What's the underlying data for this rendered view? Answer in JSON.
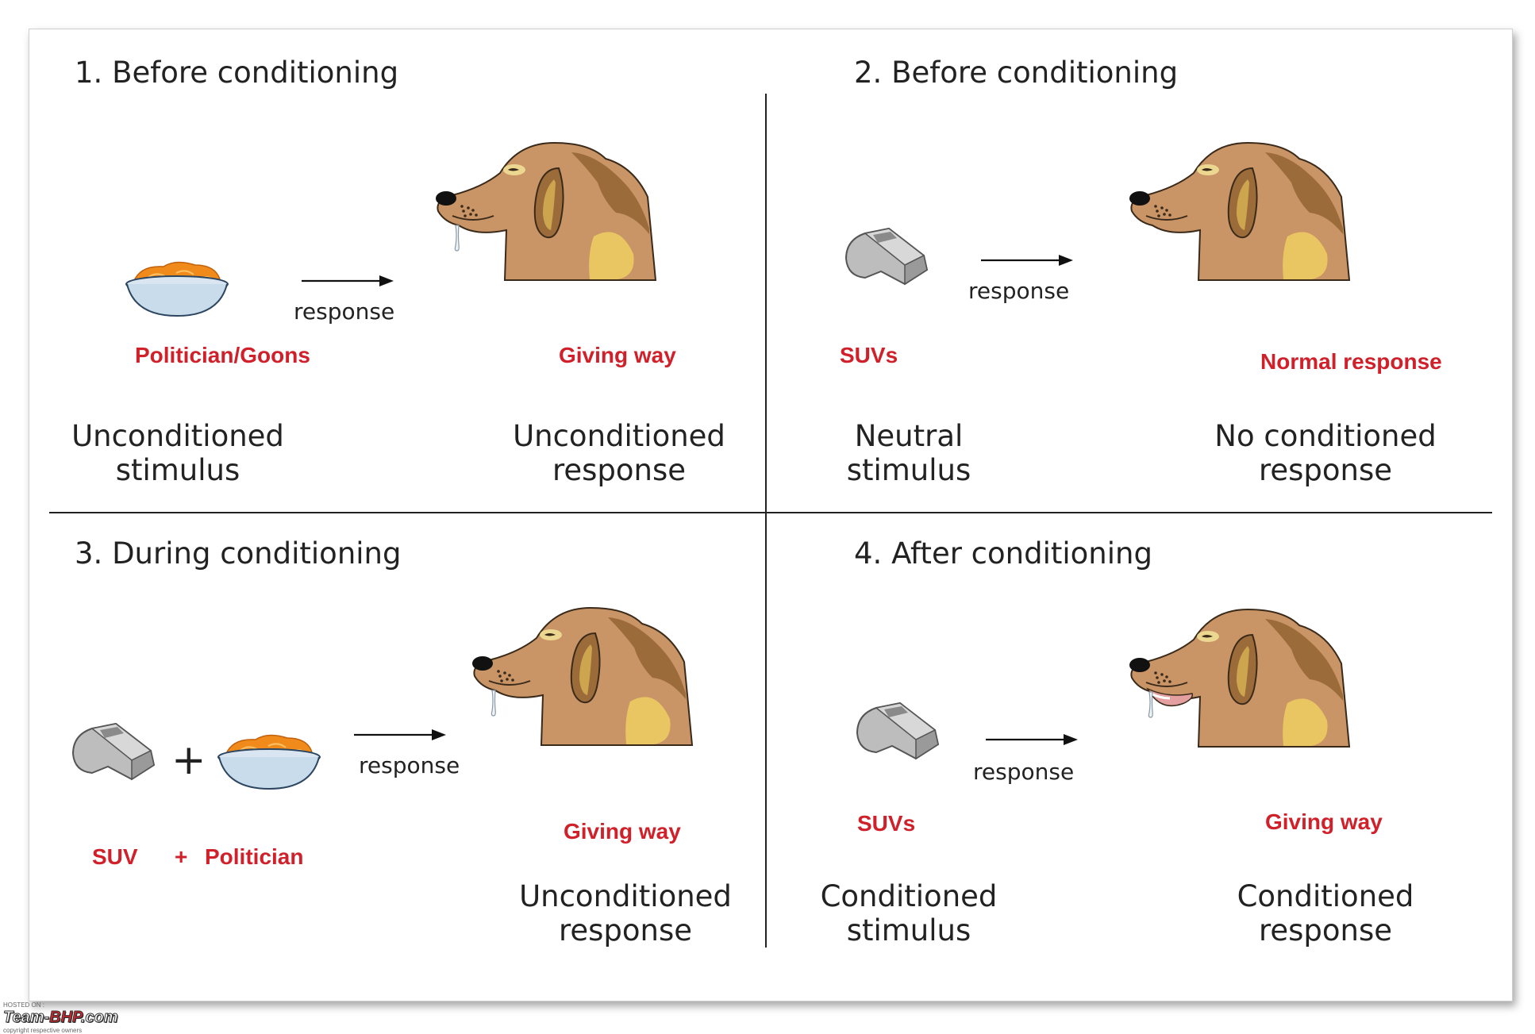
{
  "panels": [
    {
      "title": "1.  Before conditioning",
      "stimulus_red": "Politician/Goons",
      "response_red": "Giving way",
      "arrow_label": "response",
      "left_caption": [
        "Unconditioned",
        "stimulus"
      ],
      "right_caption": [
        "Unconditioned",
        "response"
      ]
    },
    {
      "title": "2.  Before conditioning",
      "stimulus_red": "SUVs",
      "response_red": "Normal response",
      "arrow_label": "response",
      "left_caption": [
        "Neutral",
        "stimulus"
      ],
      "right_caption": [
        "No conditioned",
        "response"
      ]
    },
    {
      "title": "3.  During conditioning",
      "stimulus_red_a": "SUV",
      "plus_red": "+",
      "stimulus_red_b": "Politician",
      "plus_symbol": "+",
      "response_red": "Giving way",
      "arrow_label": "response",
      "right_caption": [
        "Unconditioned",
        "response"
      ]
    },
    {
      "title": "4.  After conditioning",
      "stimulus_red": "SUVs",
      "response_red": "Giving way",
      "arrow_label": "response",
      "left_caption": [
        "Conditioned",
        "stimulus"
      ],
      "right_caption": [
        "Conditioned",
        "response"
      ]
    }
  ],
  "watermark": {
    "hosted": "HOSTED ON :",
    "brand_a": "Team-",
    "brand_b": "BHP",
    "brand_c": ".com",
    "copyright": "copyright respective owners"
  },
  "colors": {
    "label_red": "#d0202a",
    "dog_fur": "#c99466",
    "dog_patch": "#9c6b3a",
    "dog_chest": "#f0cf63",
    "bowl": "#c9dcec",
    "food": "#f08a1a",
    "whistle": "#b9b9b9"
  },
  "icons": [
    "dog-head-icon",
    "food-bowl-icon",
    "whistle-icon",
    "arrow-right-icon"
  ]
}
